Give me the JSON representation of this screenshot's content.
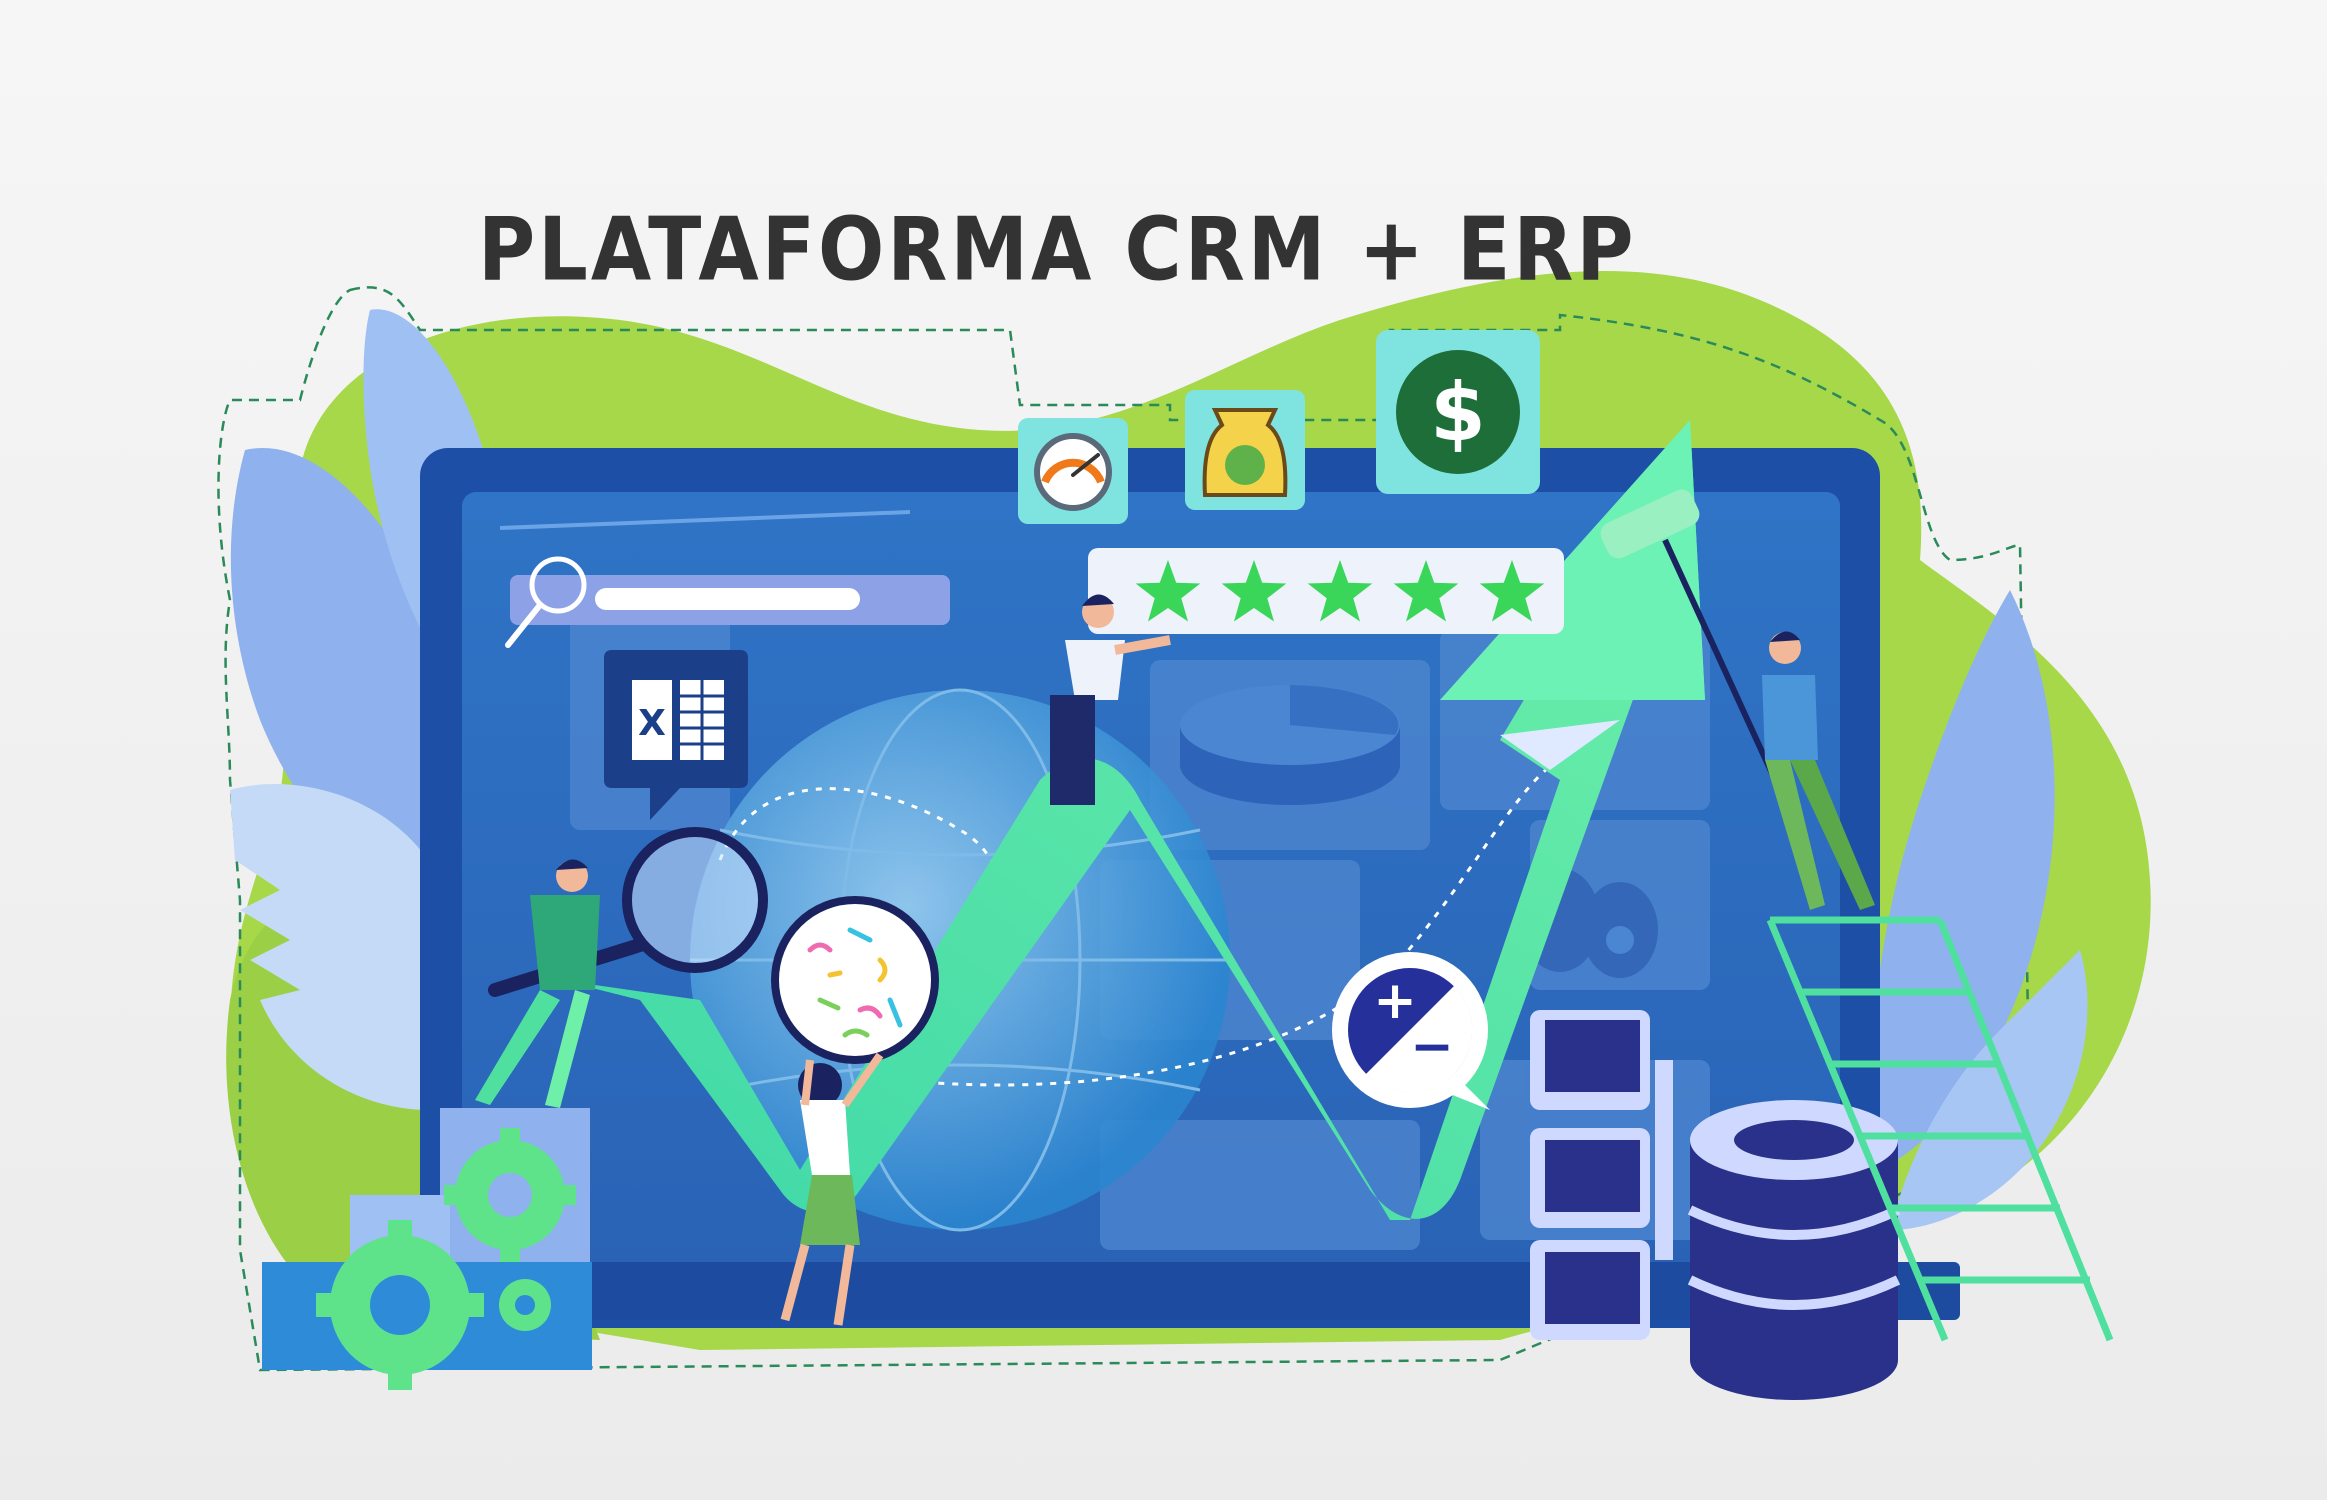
{
  "title": "PLATAFORMA CRM + ERP",
  "icons": {
    "spreadsheet_letter": "X",
    "dollar_symbol": "$",
    "plus_minus_symbol": "+/−"
  },
  "rating": {
    "stars": 5,
    "max": 5
  },
  "colors": {
    "background": "#efefef",
    "blob_green": "#a6d84a",
    "leaf_blue": "#8fb2ee",
    "monitor_frame": "#1e4fa6",
    "monitor_screen": "#2e6fc2",
    "arrow_green": "#4fe0a0",
    "star_green": "#3ad65a",
    "badge_teal": "#7fe3e0",
    "database_navy": "#29318a",
    "title_text": "#333333"
  }
}
